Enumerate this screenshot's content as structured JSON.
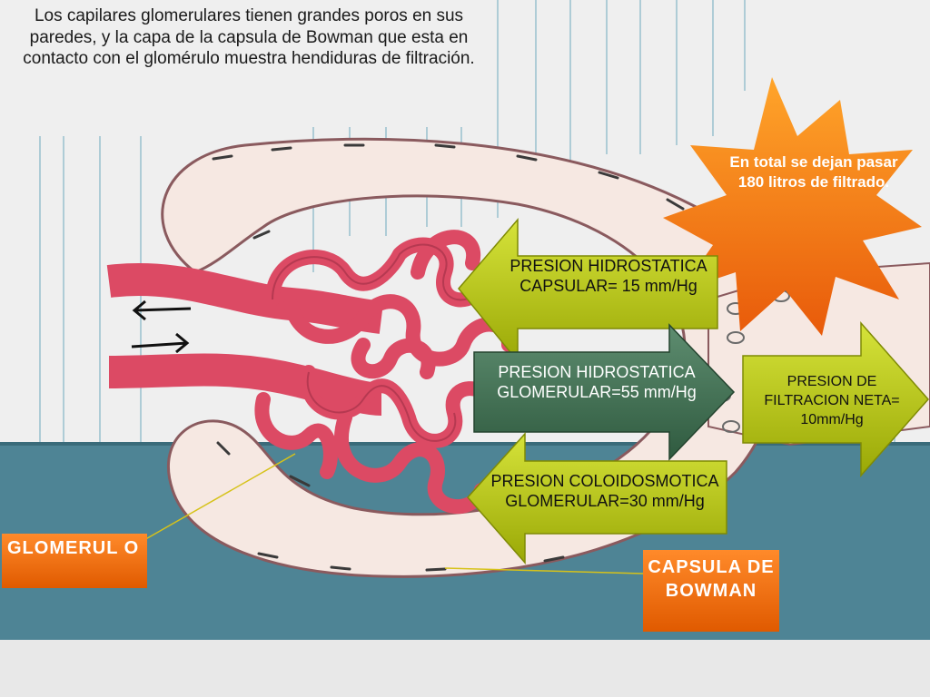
{
  "slide": {
    "intro_text": "Los capilares glomerulares tienen grandes poros en sus paredes, y la capa de la capsula de Bowman que esta en contacto con el glomérulo muestra hendiduras de filtración.",
    "total_note": "En total se dejan pasar 180 litros  de filtrado.",
    "pressures": {
      "capsular": "PRESION HIDROSTATICA CAPSULAR= 15 mm/Hg",
      "glomerular": "PRESION HIDROSTATICA GLOMERULAR=55 mm/Hg",
      "coloidosmotica": "PRESION COLOIDOSMOTICA GLOMERULAR=30 mm/Hg",
      "neta": "PRESION DE FILTRACION NETA= 10mm/Hg"
    },
    "labels": {
      "glomerulo": "GLOMERUL O",
      "capsula": "CAPSULA DE BOWMAN"
    },
    "colors": {
      "background": "#efefef",
      "teal_band": "#4e8495",
      "capsule_fill": "#f6e8e2",
      "capillary": "#dc4a64",
      "yellow_arrow": "#b9c70e",
      "green_arrow": "#3c6b4d",
      "orange_label": "#f27612",
      "star": "#f28a16"
    }
  }
}
